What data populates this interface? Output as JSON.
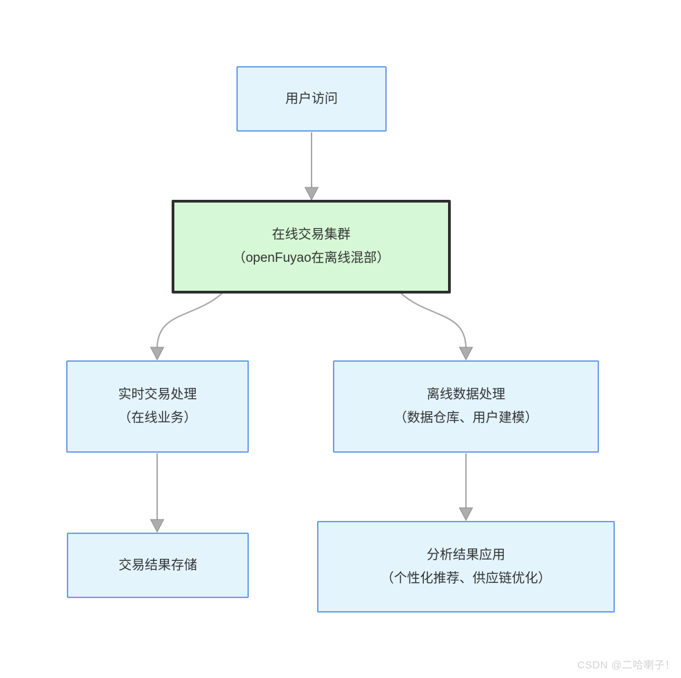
{
  "diagram": {
    "nodes": {
      "user_access": {
        "label": "用户访问"
      },
      "cluster": {
        "line1": "在线交易集群",
        "line2": "（openFuyao在离线混部）"
      },
      "realtime": {
        "line1": "实时交易处理",
        "line2": "（在线业务）"
      },
      "offline": {
        "line1": "离线数据处理",
        "line2": "（数据仓库、用户建模）"
      },
      "storage": {
        "label": "交易结果存储"
      },
      "application": {
        "line1": "分析结果应用",
        "line2": "（个性化推荐、供应链优化）"
      }
    },
    "edges": [
      {
        "from": "user_access",
        "to": "cluster"
      },
      {
        "from": "cluster",
        "to": "realtime"
      },
      {
        "from": "cluster",
        "to": "offline"
      },
      {
        "from": "realtime",
        "to": "storage"
      },
      {
        "from": "offline",
        "to": "application"
      }
    ],
    "colors": {
      "node_fill_blue": "#e3f4fd",
      "node_border_blue": "#6d9eeb",
      "node_fill_green": "#d6f8d6",
      "node_border_green": "#2f2f2f",
      "arrow_line": "#a6a6a6",
      "arrowhead_fill": "#adadad",
      "text": "#333333",
      "watermark": "#d2d2d2"
    }
  },
  "watermark": {
    "text": "CSDN @二哈喇子！"
  }
}
